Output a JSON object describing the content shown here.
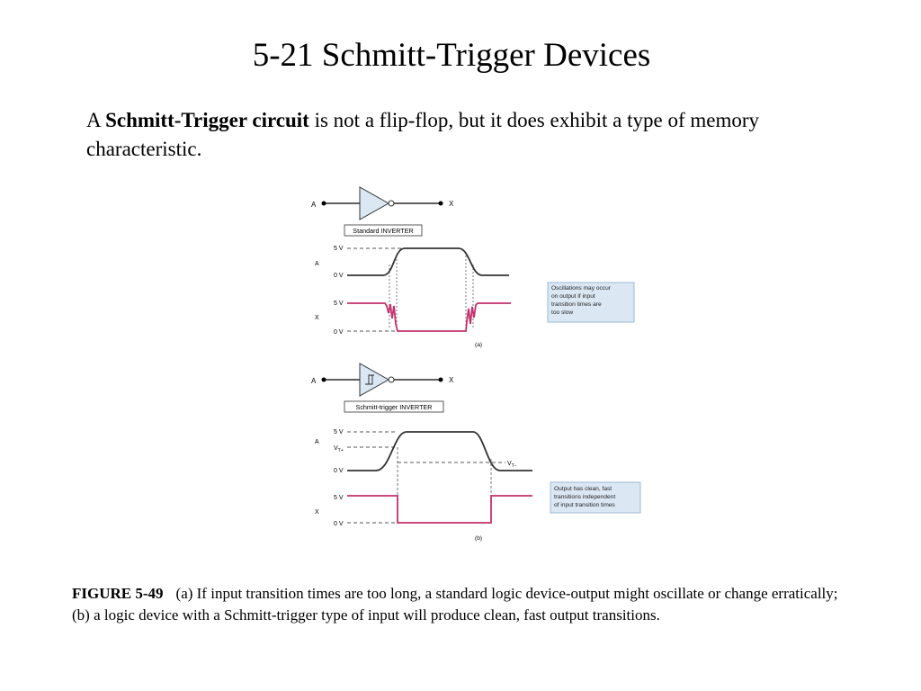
{
  "slide": {
    "title": "5-21 Schmitt-Trigger Devices",
    "intro_prefix": "A ",
    "intro_bold": "Schmitt-Trigger circuit",
    "intro_rest": " is not a flip-flop, but it does exhibit a type of memory characteristic."
  },
  "diagram": {
    "colors": {
      "input": "#333333",
      "output": "#c4306b",
      "note_bg": "#dbe8f4",
      "note_border": "#8aaccc"
    },
    "panel_a": {
      "input_label": "A",
      "output_label": "X",
      "device_label": "Standard INVERTER",
      "wave_a_label": "A",
      "wave_x_label": "X",
      "level_5v_a": "5 V",
      "level_0v_a": "0 V",
      "level_5v_x": "5 V",
      "level_0v_x": "0 V",
      "note_lines": [
        "Oscillations may occur",
        "on output if input",
        "transition times are",
        "too slow"
      ],
      "tag": "(a)"
    },
    "panel_b": {
      "input_label": "A",
      "output_label": "X",
      "device_label": "Schmitt-trigger INVERTER",
      "wave_a_label": "A",
      "wave_x_label": "X",
      "level_5v_a": "5 V",
      "level_vtplus": "V",
      "level_vtplus_sub": "T+",
      "level_0v_a": "0 V",
      "level_vtminus": "V",
      "level_vtminus_sub": "T−",
      "level_5v_x": "5 V",
      "level_0v_x": "0 V",
      "note_lines": [
        "Output has clean, fast",
        "transitions independent",
        "of input transition times"
      ],
      "tag": "(b)"
    }
  },
  "caption": {
    "figure_label": "FIGURE 5-49",
    "text": "(a) If input transition times are too long, a standard logic device-output might oscillate or change erratically; (b) a logic device with a Schmitt-trigger type of input will produce clean, fast output transitions."
  }
}
